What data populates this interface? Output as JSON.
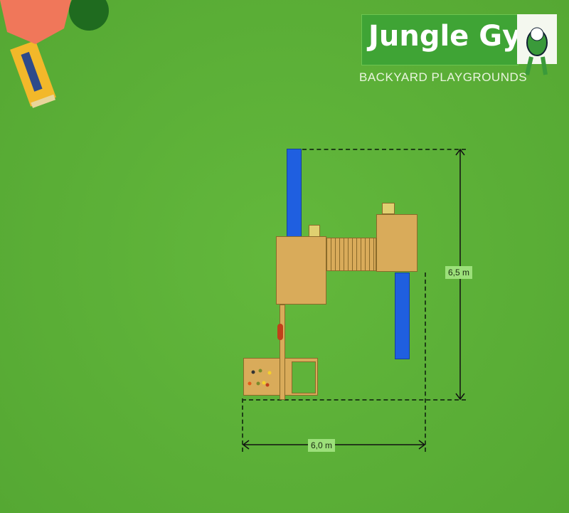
{
  "logo": {
    "brand": "Jungle Gym",
    "registered": "®",
    "tagline": "BACKYARD PLAYGROUNDS"
  },
  "dimensions": {
    "depth_label": "6,5 m",
    "width_label": "6,0 m"
  },
  "colors": {
    "grass": "#5fb33a",
    "slide": "#1f5fe0",
    "wood": "#d9ab5a",
    "umbrella": "#f0775a",
    "logo_green": "#3fa435"
  }
}
